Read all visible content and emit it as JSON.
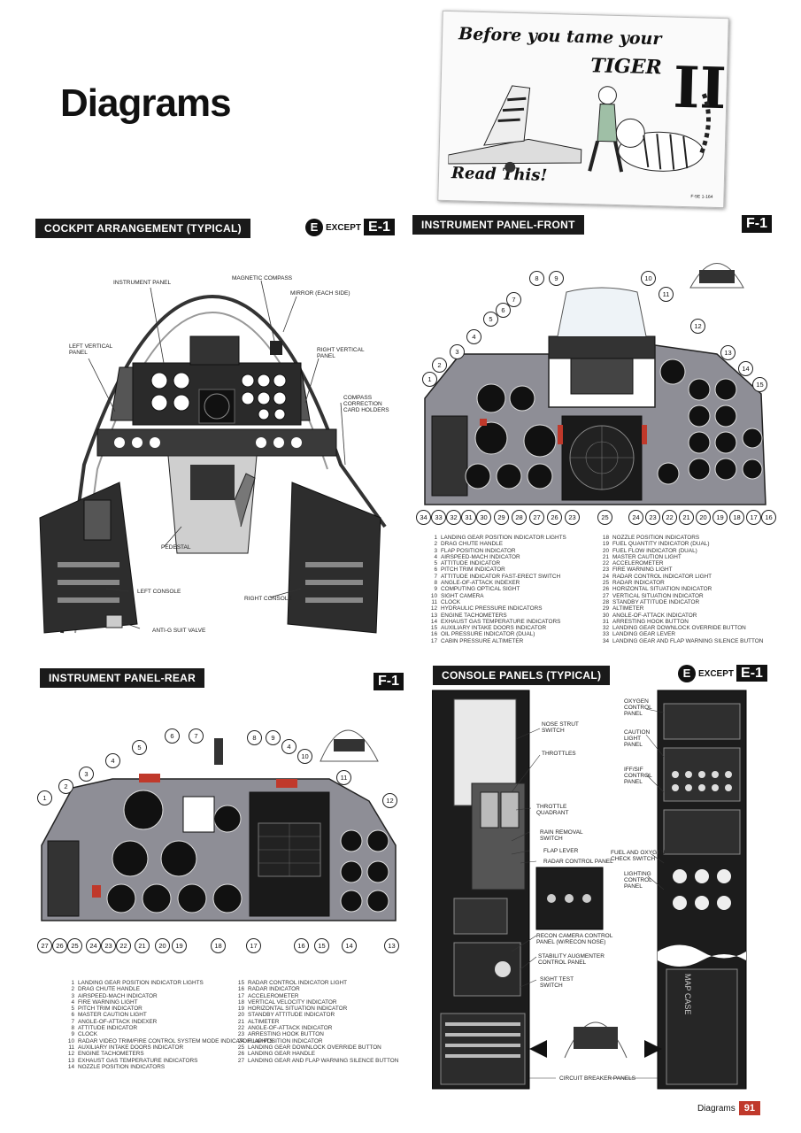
{
  "page": {
    "title": "Diagrams",
    "footer_label": "Diagrams",
    "page_number": "91"
  },
  "poster": {
    "line1": "Before you tame your",
    "line2": "TIGER",
    "line3": "II",
    "line4": "Read This!",
    "ref": "F-5E 1-164"
  },
  "cockpit": {
    "header": "COCKPIT ARRANGEMENT (TYPICAL)",
    "badge_e": "E",
    "except": "EXCEPT",
    "badge_model": "E-1",
    "labels": {
      "instrument_panel": "INSTRUMENT PANEL",
      "magnetic_compass": "MAGNETIC COMPASS",
      "mirror": "MIRROR (EACH SIDE)",
      "left_vertical": "LEFT VERTICAL PANEL",
      "right_vertical": "RIGHT VERTICAL PANEL",
      "compass_card": "COMPASS CORRECTION CARD HOLDERS",
      "pedestal": "PEDESTAL",
      "left_console": "LEFT CONSOLE",
      "right_console": "RIGHT CONSOLE",
      "anti_g": "ANTI-G SUIT VALVE"
    }
  },
  "front": {
    "header": "INSTRUMENT PANEL-FRONT",
    "badge_model": "F-1",
    "callouts_top": [
      "1",
      "2",
      "3",
      "4",
      "5",
      "6",
      "7",
      "8",
      "9",
      "10",
      "11",
      "12",
      "13",
      "14",
      "15"
    ],
    "callouts_bottom": [
      "34",
      "33",
      "32",
      "31",
      "30",
      "29",
      "28",
      "27",
      "26",
      "23",
      "25",
      "24",
      "23",
      "22",
      "21",
      "20",
      "19",
      "18",
      "17",
      "16"
    ],
    "legend_left": [
      [
        "1",
        "LANDING GEAR POSITION INDICATOR LIGHTS"
      ],
      [
        "2",
        "DRAG CHUTE HANDLE"
      ],
      [
        "3",
        "FLAP POSITION INDICATOR"
      ],
      [
        "4",
        "AIRSPEED-MACH INDICATOR"
      ],
      [
        "5",
        "ATTITUDE INDICATOR"
      ],
      [
        "6",
        "PITCH TRIM INDICATOR"
      ],
      [
        "7",
        "ATTITUDE INDICATOR FAST-ERECT SWITCH"
      ],
      [
        "8",
        "ANGLE-OF-ATTACK INDEXER"
      ],
      [
        "9",
        "COMPUTING OPTICAL SIGHT"
      ],
      [
        "10",
        "SIGHT CAMERA"
      ],
      [
        "11",
        "CLOCK"
      ],
      [
        "12",
        "HYDRAULIC PRESSURE INDICATORS"
      ],
      [
        "13",
        "ENGINE TACHOMETERS"
      ],
      [
        "14",
        "EXHAUST GAS TEMPERATURE INDICATORS"
      ],
      [
        "15",
        "AUXILIARY INTAKE DOORS INDICATOR"
      ],
      [
        "16",
        "OIL PRESSURE INDICATOR (DUAL)"
      ],
      [
        "17",
        "CABIN PRESSURE ALTIMETER"
      ]
    ],
    "legend_right": [
      [
        "18",
        "NOZZLE POSITION INDICATORS"
      ],
      [
        "19",
        "FUEL QUANTITY INDICATOR (DUAL)"
      ],
      [
        "20",
        "FUEL FLOW INDICATOR (DUAL)"
      ],
      [
        "21",
        "MASTER CAUTION LIGHT"
      ],
      [
        "22",
        "ACCELEROMETER"
      ],
      [
        "23",
        "FIRE WARNING LIGHT"
      ],
      [
        "24",
        "RADAR CONTROL INDICATOR LIGHT"
      ],
      [
        "25",
        "RADAR INDICATOR"
      ],
      [
        "26",
        "HORIZONTAL SITUATION INDICATOR"
      ],
      [
        "27",
        "VERTICAL SITUATION INDICATOR"
      ],
      [
        "28",
        "STANDBY ATTITUDE INDICATOR"
      ],
      [
        "29",
        "ALTIMETER"
      ],
      [
        "30",
        "ANGLE-OF-ATTACK INDICATOR"
      ],
      [
        "31",
        "ARRESTING HOOK BUTTON"
      ],
      [
        "32",
        "LANDING GEAR DOWNLOCK OVERRIDE BUTTON"
      ],
      [
        "33",
        "LANDING GEAR LEVER"
      ],
      [
        "34",
        "LANDING GEAR AND FLAP WARNING SILENCE BUTTON"
      ]
    ]
  },
  "rear": {
    "header": "INSTRUMENT PANEL-REAR",
    "badge_model": "F-1",
    "callouts_top": [
      "1",
      "2",
      "3",
      "4",
      "5",
      "6",
      "7",
      "8",
      "9",
      "4",
      "10",
      "11",
      "12"
    ],
    "callouts_bottom": [
      "27",
      "26",
      "25",
      "24",
      "23",
      "22",
      "21",
      "20",
      "19",
      "18",
      "17",
      "16",
      "15",
      "14",
      "13"
    ],
    "legend_left": [
      [
        "1",
        "LANDING GEAR POSITION INDICATOR LIGHTS"
      ],
      [
        "2",
        "DRAG CHUTE HANDLE"
      ],
      [
        "3",
        "AIRSPEED-MACH INDICATOR"
      ],
      [
        "4",
        "FIRE WARNING LIGHT"
      ],
      [
        "5",
        "PITCH TRIM INDICATOR"
      ],
      [
        "6",
        "MASTER CAUTION LIGHT"
      ],
      [
        "7",
        "ANGLE-OF-ATTACK INDEXER"
      ],
      [
        "8",
        "ATTITUDE INDICATOR"
      ],
      [
        "9",
        "CLOCK"
      ],
      [
        "10",
        "RADAR VIDEO TRIM/FIRE CONTROL SYSTEM MODE INDICATOR LIGHTS"
      ],
      [
        "11",
        "AUXILIARY INTAKE DOORS INDICATOR"
      ],
      [
        "12",
        "ENGINE TACHOMETERS"
      ],
      [
        "13",
        "EXHAUST GAS TEMPERATURE INDICATORS"
      ],
      [
        "14",
        "NOZZLE POSITION INDICATORS"
      ]
    ],
    "legend_right": [
      [
        "15",
        "RADAR CONTROL INDICATOR LIGHT"
      ],
      [
        "16",
        "RADAR INDICATOR"
      ],
      [
        "17",
        "ACCELEROMETER"
      ],
      [
        "18",
        "VERTICAL VELOCITY INDICATOR"
      ],
      [
        "19",
        "HORIZONTAL SITUATION INDICATOR"
      ],
      [
        "20",
        "STANDBY ATTITUDE INDICATOR"
      ],
      [
        "21",
        "ALTIMETER"
      ],
      [
        "22",
        "ANGLE-OF-ATTACK INDICATOR"
      ],
      [
        "23",
        "ARRESTING HOOK BUTTON"
      ],
      [
        "24",
        "FLAP POSITION INDICATOR"
      ],
      [
        "25",
        "LANDING GEAR DOWNLOCK OVERRIDE BUTTON"
      ],
      [
        "26",
        "LANDING GEAR HANDLE"
      ],
      [
        "27",
        "LANDING GEAR AND FLAP WARNING SILENCE BUTTON"
      ]
    ]
  },
  "console": {
    "header": "CONSOLE PANELS (TYPICAL)",
    "badge_e": "E",
    "except": "EXCEPT",
    "badge_model": "E-1",
    "labels": {
      "nose_strut": "NOSE STRUT SWITCH",
      "throttles": "THROTTLES",
      "throttle_quadrant": "THROTTLE QUADRANT",
      "rain_removal": "RAIN REMOVAL SWITCH",
      "flap_lever": "FLAP LEVER",
      "radar_control": "RADAR CONTROL PANEL",
      "recon_camera": "RECON CAMERA CONTROL PANEL (W/RECON NOSE)",
      "stability": "STABILITY AUGMENTER CONTROL PANEL",
      "sight_test": "SIGHT TEST SWITCH",
      "oxygen": "OXYGEN CONTROL PANEL",
      "caution_light": "CAUTION LIGHT PANEL",
      "iff": "IFF/SIF CONTROL PANEL",
      "fuel_oxygen": "FUEL AND OXYGEN CHECK SWITCH",
      "lighting": "LIGHTING CONTROL PANEL",
      "circuit_breaker": "CIRCUIT BREAKER PANELS",
      "map_case": "MAP CASE"
    }
  }
}
